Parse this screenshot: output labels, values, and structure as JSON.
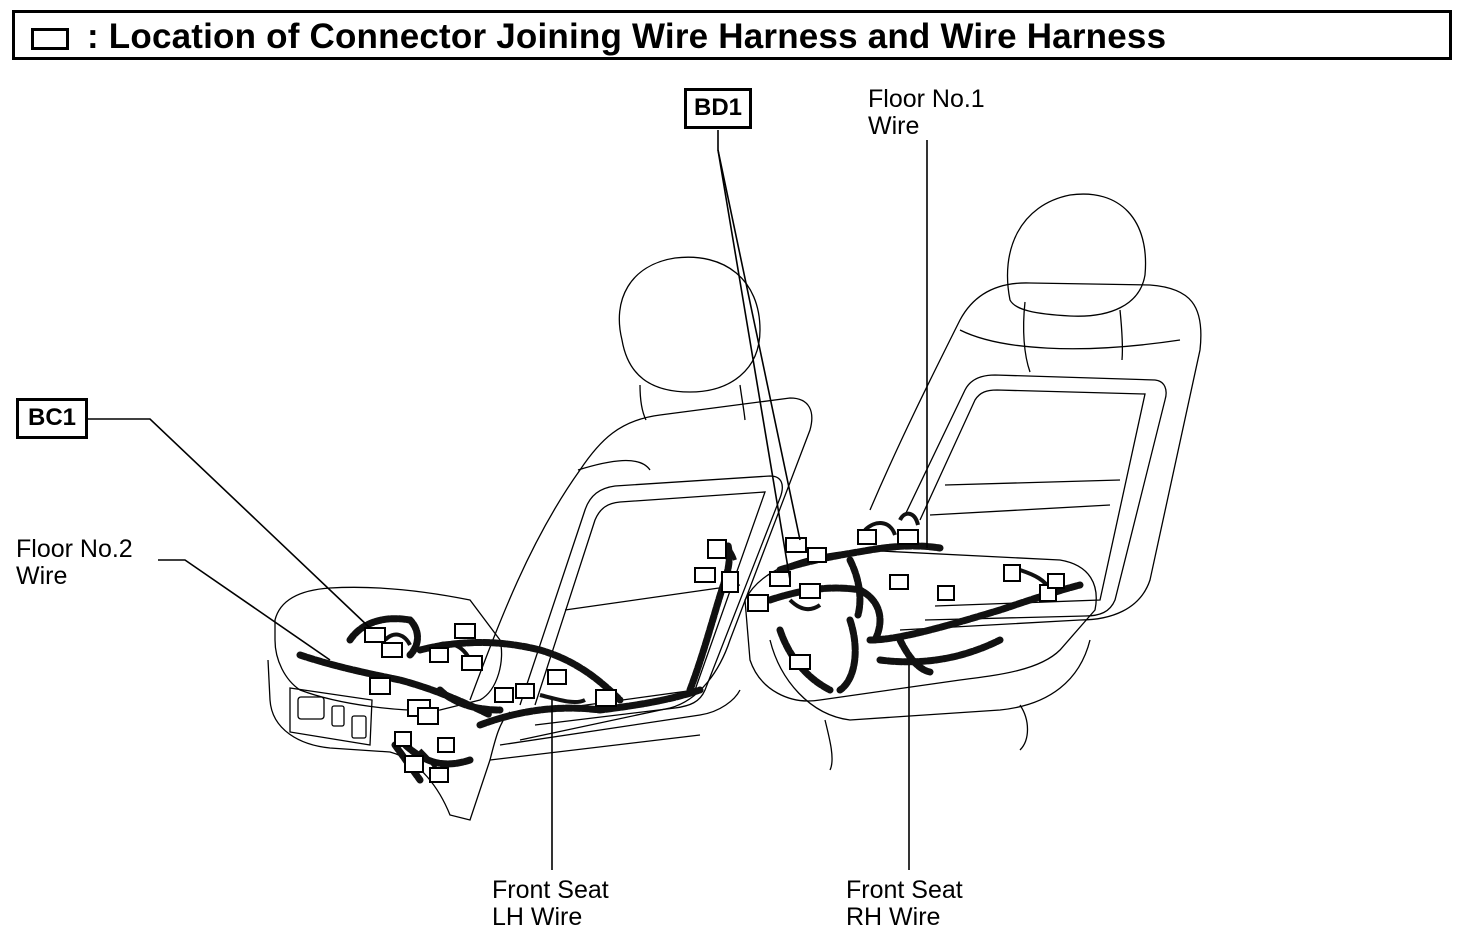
{
  "title": {
    "icon": "connector-box-icon",
    "text": ": Location of Connector Joining Wire Harness and Wire Harness"
  },
  "labels": {
    "bd1": "BD1",
    "bc1": "BC1",
    "floor_no1": [
      "Floor No.1",
      "Wire"
    ],
    "floor_no2": [
      "Floor No.2",
      "Wire"
    ],
    "front_seat_lh": [
      "Front Seat",
      "LH Wire"
    ],
    "front_seat_rh": [
      "Front Seat",
      "RH Wire"
    ]
  }
}
